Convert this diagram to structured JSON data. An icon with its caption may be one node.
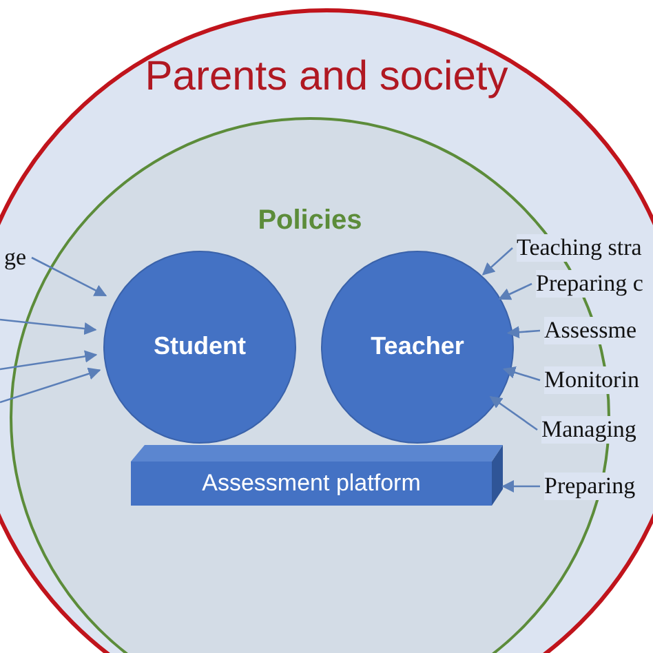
{
  "diagram": {
    "nodes": [
      {
        "text": [
          "Parents and society"
        ]
      },
      {
        "text": [
          "Policies"
        ],
        "in": 0
      },
      {
        "text": [
          "Student"
        ],
        "in": 1
      },
      {
        "text": [
          "Teacher"
        ],
        "in": 1
      },
      {
        "text": [
          "Assessment platform"
        ],
        "in": 1
      },
      {
        "text": [
          "ge"
        ],
        "in": 0
      },
      {
        "text": [
          "Teaching stra"
        ],
        "in": 0
      },
      {
        "text": [
          "Preparing c"
        ],
        "in": 0
      },
      {
        "text": [
          "Assessme"
        ],
        "in": 0
      },
      {
        "text": [
          "Monitorin"
        ],
        "in": 0
      },
      {
        "text": [
          "Managing"
        ],
        "in": 0
      },
      {
        "text": [
          "Preparing"
        ],
        "in": 0
      }
    ],
    "edges": [
      {
        "from": 5,
        "to": 2,
        "arrow": "to"
      },
      {
        "from": null,
        "to": 2,
        "arrow": "to"
      },
      {
        "from": null,
        "to": 2,
        "arrow": "to"
      },
      {
        "from": null,
        "to": 2,
        "arrow": "to"
      },
      {
        "from": 6,
        "to": 3,
        "arrow": "to"
      },
      {
        "from": 7,
        "to": 3,
        "arrow": "to"
      },
      {
        "from": 8,
        "to": 3,
        "arrow": "to"
      },
      {
        "from": 9,
        "to": 3,
        "arrow": "to"
      },
      {
        "from": 10,
        "to": 3,
        "arrow": "to"
      },
      {
        "from": 11,
        "to": 4,
        "arrow": "to"
      }
    ]
  }
}
